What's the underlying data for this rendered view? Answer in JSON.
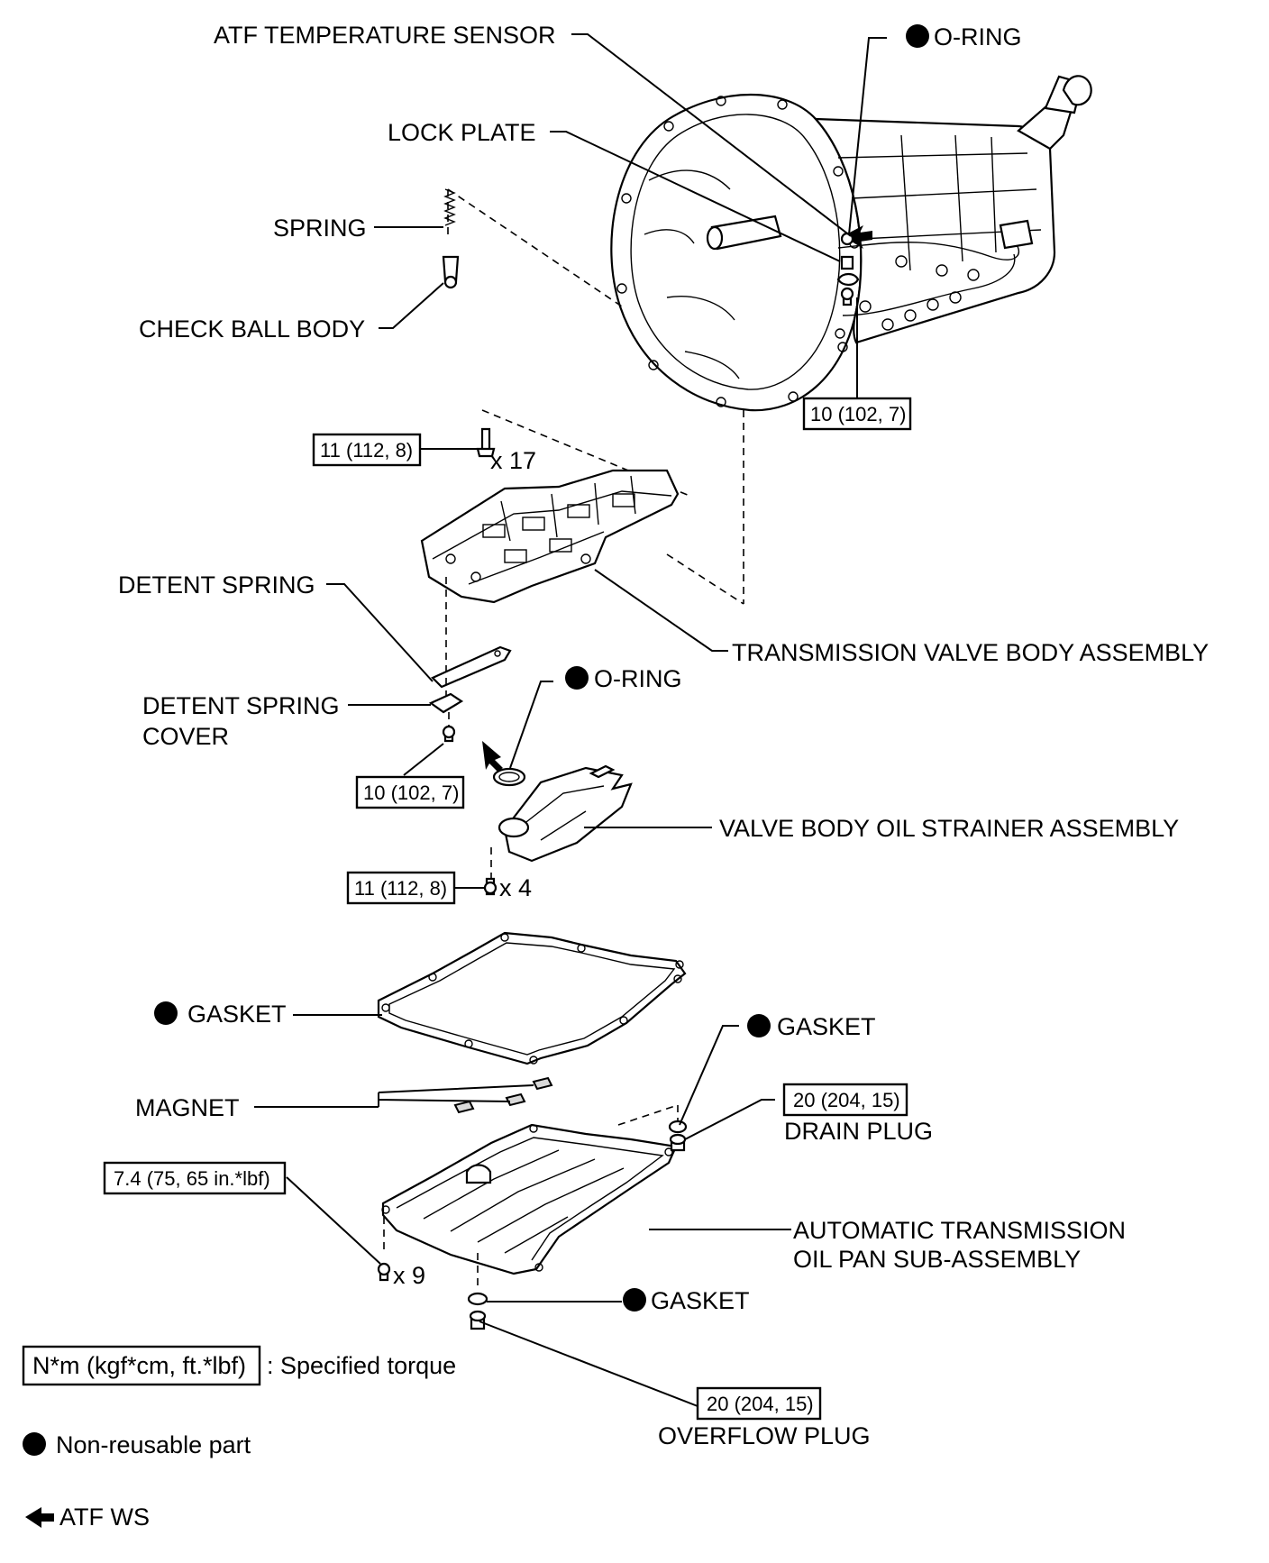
{
  "labels": {
    "atf_temp_sensor": "ATF TEMPERATURE SENSOR",
    "o_ring_top": "O-RING",
    "lock_plate": "LOCK PLATE",
    "spring": "SPRING",
    "check_ball_body": "CHECK BALL BODY",
    "detent_spring": "DETENT SPRING",
    "transmission_valve_body": "TRANSMISSION VALVE BODY ASSEMBLY",
    "o_ring_mid": "O-RING",
    "detent_spring_cover_1": "DETENT SPRING",
    "detent_spring_cover_2": "COVER",
    "valve_body_oil_strainer": "VALVE BODY OIL STRAINER ASSEMBLY",
    "gasket_left": "GASKET",
    "gasket_right": "GASKET",
    "magnet": "MAGNET",
    "drain_plug": "DRAIN PLUG",
    "oil_pan_1": "AUTOMATIC TRANSMISSION",
    "oil_pan_2": "OIL PAN SUB-ASSEMBLY",
    "gasket_bottom": "GASKET",
    "overflow_plug": "OVERFLOW PLUG"
  },
  "torques": {
    "lock_plate_bolt": "10 (102, 7)",
    "valve_body_bolts": "11 (112, 8)",
    "detent_cover_bolt": "10 (102, 7)",
    "strainer_bolts": "11 (112, 8)",
    "drain_plug": "20 (204, 15)",
    "oil_pan_bolts": "7.4 (75, 65 in.*lbf)",
    "overflow_plug": "20 (204, 15)"
  },
  "quantities": {
    "valve_body_bolts": "x 17",
    "strainer_bolts": "x 4",
    "oil_pan_bolts": "x 9"
  },
  "legend": {
    "torque_box": "N*m (kgf*cm, ft.*lbf)",
    "torque_text": ": Specified torque",
    "non_reusable": "Non-reusable part",
    "atf_ws": "ATF WS"
  },
  "icons": {
    "non_reusable_marker": "filled-circle-icon",
    "atf_marker": "arrow-left-icon"
  }
}
